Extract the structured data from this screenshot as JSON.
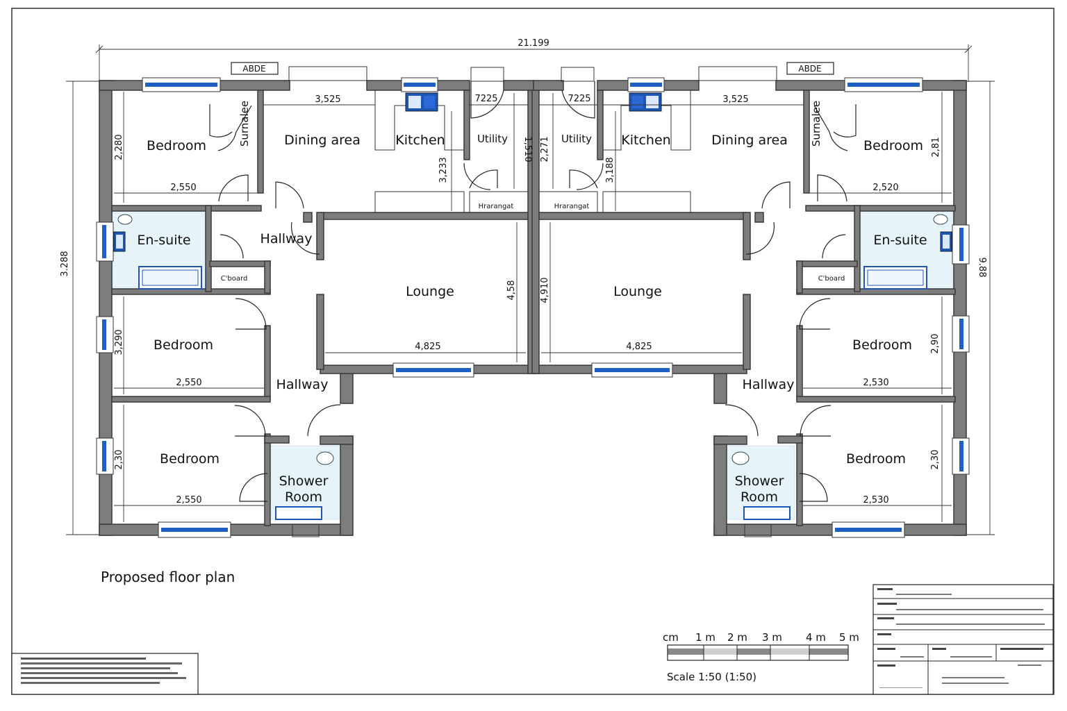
{
  "drawing_title": "Proposed floor plan",
  "scale_text": "Scale 1:50 (1:50)",
  "scale_bar_labels": [
    "cm",
    "1 m",
    "2 m",
    "3 m",
    "4 m",
    "5 m"
  ],
  "overall_width": "21.199",
  "overall_height_left": "3.288",
  "overall_height_right": "9.88",
  "abde_tags": [
    "ABDE",
    "ABDE"
  ],
  "left_unit": {
    "rooms": {
      "bedroom_top": "Bedroom",
      "dining": "Dining area",
      "kitchen": "Kitchen",
      "utility": "Utility",
      "storage": "Surnalee",
      "hallway_top": "Hallway",
      "ensuite": "En-suite",
      "cboard": "C'board",
      "lounge": "Lounge",
      "bedroom_mid": "Bedroom",
      "hallway_bottom": "Hallway",
      "bedroom_bottom": "Bedroom",
      "shower_line1": "Shower",
      "shower_line2": "Room",
      "arrangement": "Hrarangat"
    },
    "dims": {
      "dining_w": "3,525",
      "utility_w": "7225",
      "bed_top_h": "2,280",
      "bed_top_w": "2,550",
      "kitchen_h": "3,233",
      "utility_h": "1,510",
      "lounge_h": "4,58",
      "lounge_w": "4,825",
      "bed_mid_h": "3,290",
      "bed_mid_w": "2,550",
      "bed_bottom_h": "2,30",
      "bed_bottom_w": "2,550"
    }
  },
  "right_unit": {
    "rooms": {
      "bedroom_top": "Bedroom",
      "dining": "Dining area",
      "kitchen": "Kitchen",
      "utility": "Utility",
      "storage": "Surnalee",
      "ensuite": "En-suite",
      "cboard": "C'board",
      "lounge": "Lounge",
      "bedroom_mid": "Bedroom",
      "hallway_bottom": "Hallway",
      "bedroom_bottom": "Bedroom",
      "shower_line1": "Shower",
      "shower_line2": "Room",
      "arrangement": "Hrarangat"
    },
    "dims": {
      "dining_w": "3,525",
      "utility_w": "7225",
      "bed_top_h": "2,81",
      "bed_top_w": "2,520",
      "kitchen_h": "3,188",
      "utility_h": "2,271",
      "lounge_h": "4,910",
      "lounge_w": "4,825",
      "bed_mid_h": "2,90",
      "bed_mid_w": "2,530",
      "bed_bottom_h": "2,30",
      "bed_bottom_w": "2,530"
    }
  }
}
